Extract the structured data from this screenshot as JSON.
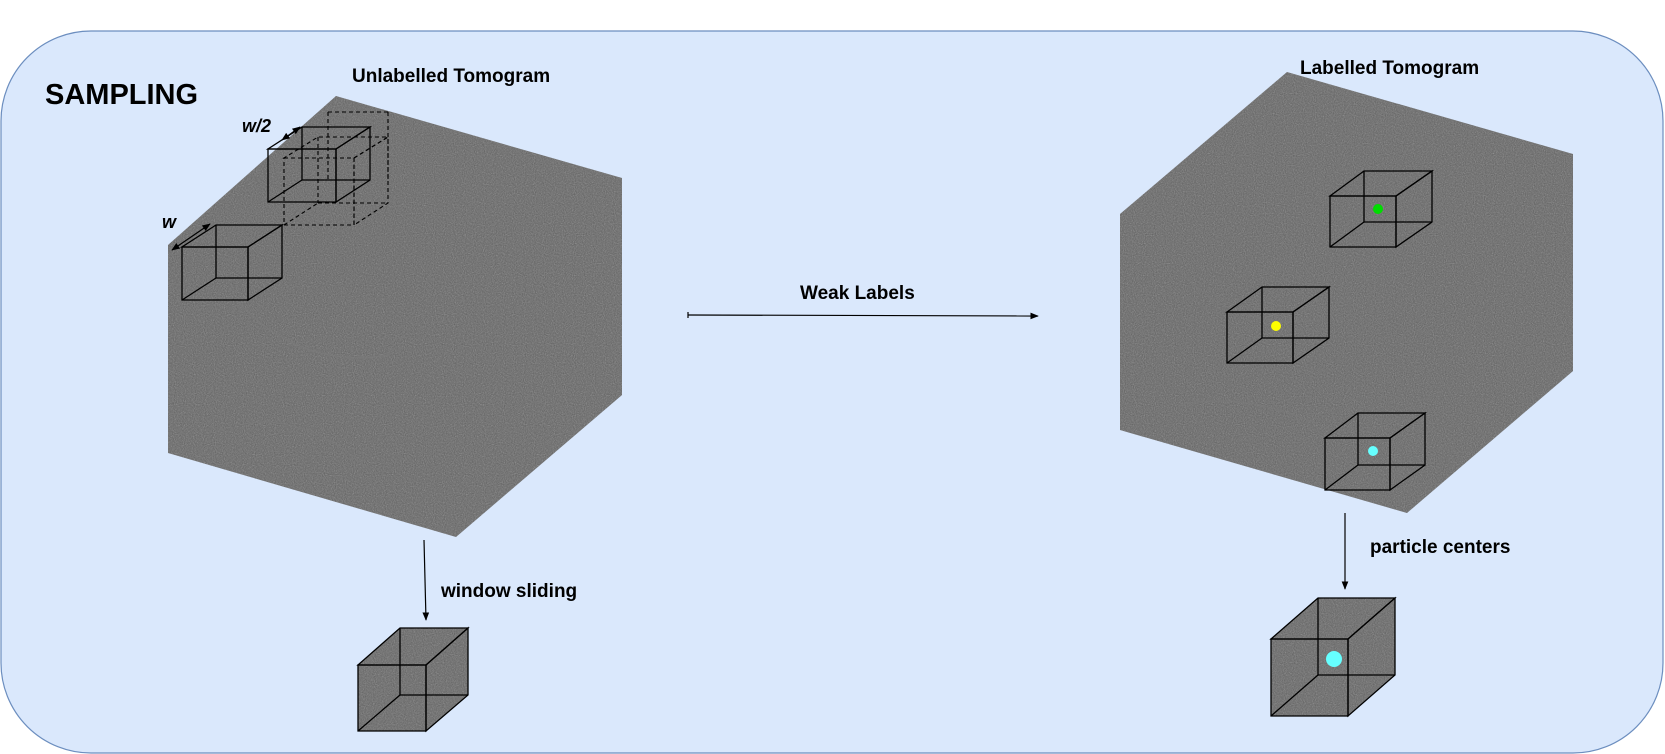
{
  "title": "SAMPLING",
  "labels": {
    "unlabelled": "Unlabelled Tomogram",
    "labelled": "Labelled Tomogram",
    "weak_labels": "Weak Labels",
    "window_sliding": "window sliding",
    "particle_centers": "particle centers",
    "w": "w",
    "w_half": "w/2"
  },
  "colors": {
    "panel_fill": "#dae8fc",
    "panel_stroke": "#6c8ebf",
    "tomogram": "#606060",
    "particle_green": "#00dd00",
    "particle_yellow": "#ffff00",
    "particle_cyan": "#66ffff"
  }
}
